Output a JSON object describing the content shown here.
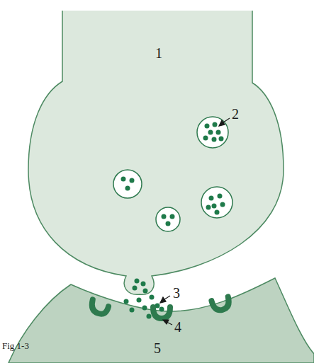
{
  "diagram": {
    "labels": [
      "1",
      "2",
      "3",
      "4",
      "5",
      "Fig 1-3"
    ]
  }
}
